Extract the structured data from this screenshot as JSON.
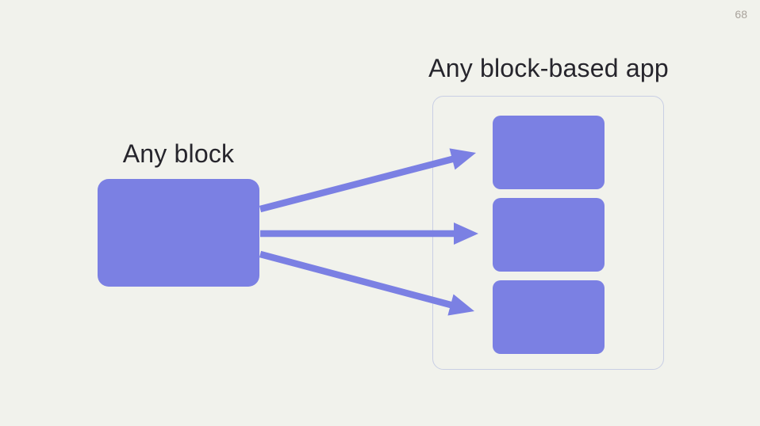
{
  "page_number": "68",
  "colors": {
    "background": "#f1f2ec",
    "accent": "#7b80e3",
    "container_border": "#c9cfe4",
    "text": "#26252c",
    "page_number": "#a9a39c"
  },
  "diagram": {
    "source": {
      "label": "Any block"
    },
    "target": {
      "label": "Any block-based app",
      "block_count": 3
    },
    "arrow_count": 3
  }
}
